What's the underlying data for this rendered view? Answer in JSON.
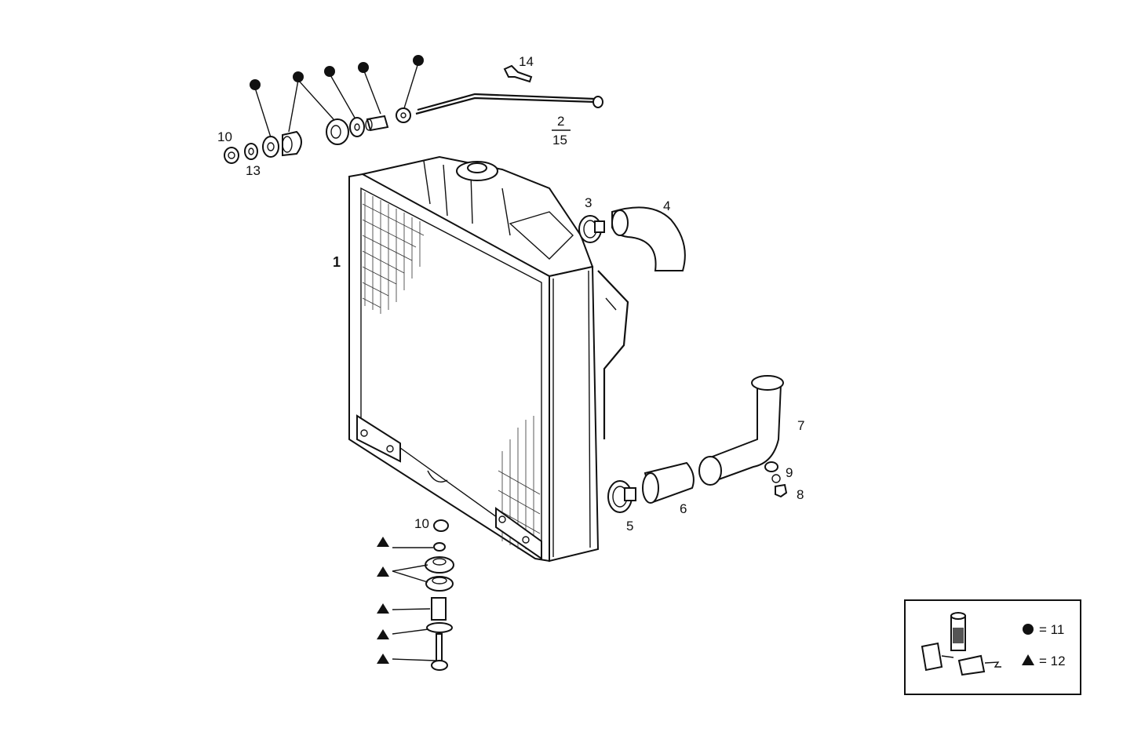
{
  "callouts": {
    "p1": "1",
    "p2": "2",
    "p15": "15",
    "p3": "3",
    "p4": "4",
    "p5": "5",
    "p6": "6",
    "p7": "7",
    "p8": "8",
    "p9": "9",
    "p10_top": "10",
    "p10_bottom": "10",
    "p13": "13",
    "p14": "14"
  },
  "legend": {
    "circle_text": "= 11",
    "triangle_text": "= 12"
  },
  "colors": {
    "ink": "#111111",
    "paper": "#ffffff"
  }
}
